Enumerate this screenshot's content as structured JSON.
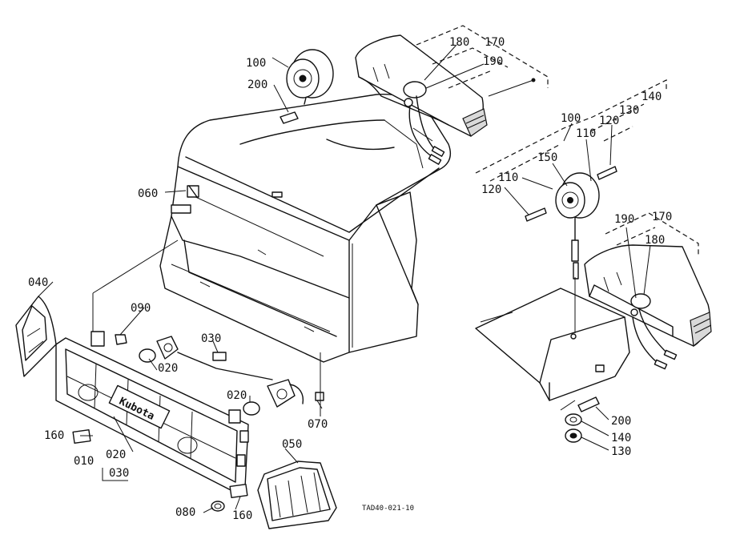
{
  "parts": [
    {
      "id": "p100a",
      "label": "100"
    },
    {
      "id": "p200a",
      "label": "200"
    },
    {
      "id": "p180a",
      "label": "180"
    },
    {
      "id": "p170a",
      "label": "170"
    },
    {
      "id": "p190a",
      "label": "190"
    },
    {
      "id": "p060",
      "label": "060"
    },
    {
      "id": "p040",
      "label": "040"
    },
    {
      "id": "p090",
      "label": "090"
    },
    {
      "id": "p030a",
      "label": "030"
    },
    {
      "id": "p020a",
      "label": "020"
    },
    {
      "id": "p020b",
      "label": "020"
    },
    {
      "id": "p070",
      "label": "070"
    },
    {
      "id": "p160a",
      "label": "160"
    },
    {
      "id": "p010",
      "label": "010"
    },
    {
      "id": "p020c",
      "label": "020"
    },
    {
      "id": "p030b",
      "label": "030"
    },
    {
      "id": "p050",
      "label": "050"
    },
    {
      "id": "p080",
      "label": "080"
    },
    {
      "id": "p160b",
      "label": "160"
    },
    {
      "id": "p100b",
      "label": "100"
    },
    {
      "id": "p140a",
      "label": "140"
    },
    {
      "id": "p130a",
      "label": "130"
    },
    {
      "id": "p120a",
      "label": "120"
    },
    {
      "id": "p150",
      "label": "150"
    },
    {
      "id": "p110a",
      "label": "110"
    },
    {
      "id": "p110b",
      "label": "110"
    },
    {
      "id": "p120b",
      "label": "120"
    },
    {
      "id": "p190b",
      "label": "190"
    },
    {
      "id": "p170b",
      "label": "170"
    },
    {
      "id": "p180b",
      "label": "180"
    },
    {
      "id": "p200b",
      "label": "200"
    },
    {
      "id": "p140b",
      "label": "140"
    },
    {
      "id": "p130b",
      "label": "130"
    }
  ],
  "grille_logo": "Kubota",
  "drawing_code": "TAD40-021-10"
}
